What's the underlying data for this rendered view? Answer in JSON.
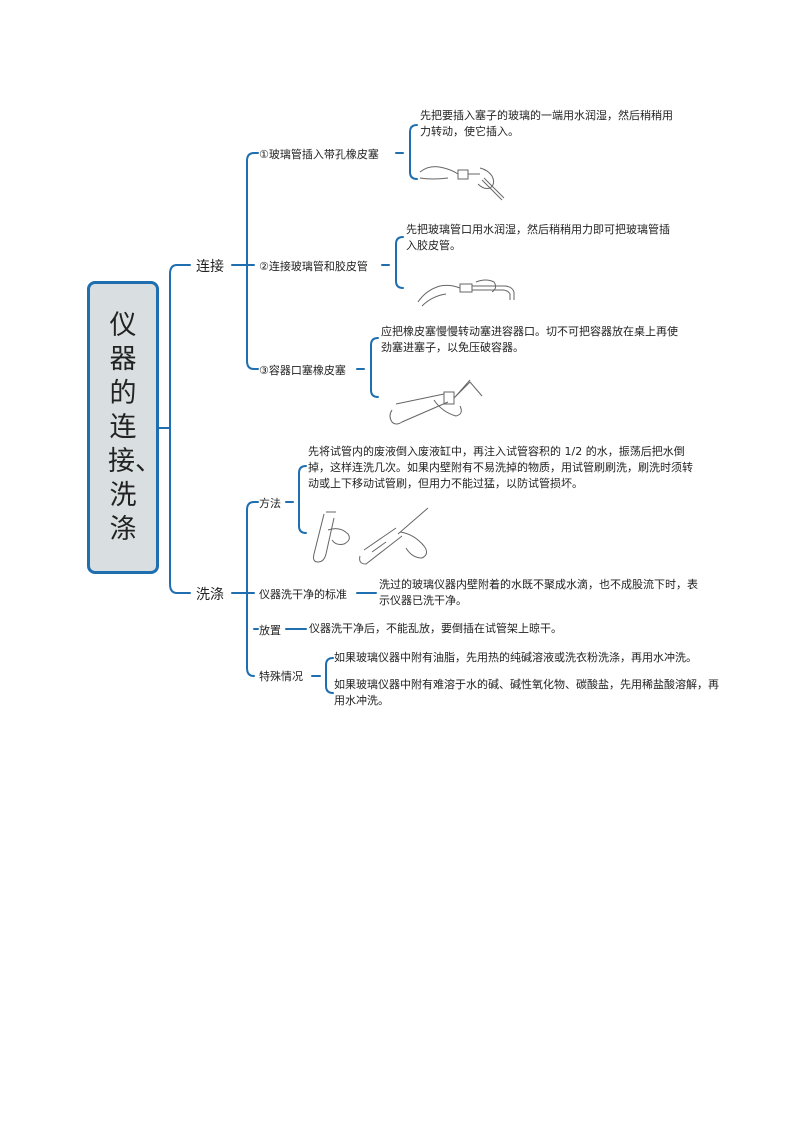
{
  "root": {
    "title": "仪器的连接、洗涤"
  },
  "connect": {
    "label": "连接",
    "items": [
      {
        "label": "①玻璃管插入带孔橡皮塞",
        "note": "先把要插入塞子的玻璃的一端用水润湿，然后稍稍用力转动，使它插入。"
      },
      {
        "label": "②连接玻璃管和胶皮管",
        "note": "先把玻璃管口用水润湿，然后稍稍用力即可把玻璃管插入胶皮管。"
      },
      {
        "label": "③容器口塞橡皮塞",
        "note": "应把橡皮塞慢慢转动塞进容器口。切不可把容器放在桌上再使劲塞进塞子，以免压破容器。"
      }
    ]
  },
  "wash": {
    "label": "洗涤",
    "method": {
      "label": "方法",
      "note": "先将试管内的废液倒入废液缸中，再注入试管容积的 1/2 的水，振荡后把水倒掉，这样连洗几次。如果内壁附有不易洗掉的物质，用试管刷刷洗，刷洗时须转动或上下移动试管刷，但用力不能过猛，以防试管损坏。"
    },
    "standard": {
      "label": "仪器洗干净的标准",
      "note": "洗过的玻璃仪器内壁附着的水既不聚成水滴，也不成股流下时，表示仪器已洗干净。"
    },
    "placement": {
      "label": "放置",
      "note": "仪器洗干净后，不能乱放，要倒插在试管架上晾干。"
    },
    "special": {
      "label": "特殊情况",
      "notes": [
        "如果玻璃仪器中附有油脂，先用热的纯碱溶液或洗衣粉洗涤，再用水冲洗。",
        "如果玻璃仪器中附有难溶于水的碱、碱性氧化物、碳酸盐，先用稀盐酸溶解，再用水冲洗。"
      ]
    }
  }
}
